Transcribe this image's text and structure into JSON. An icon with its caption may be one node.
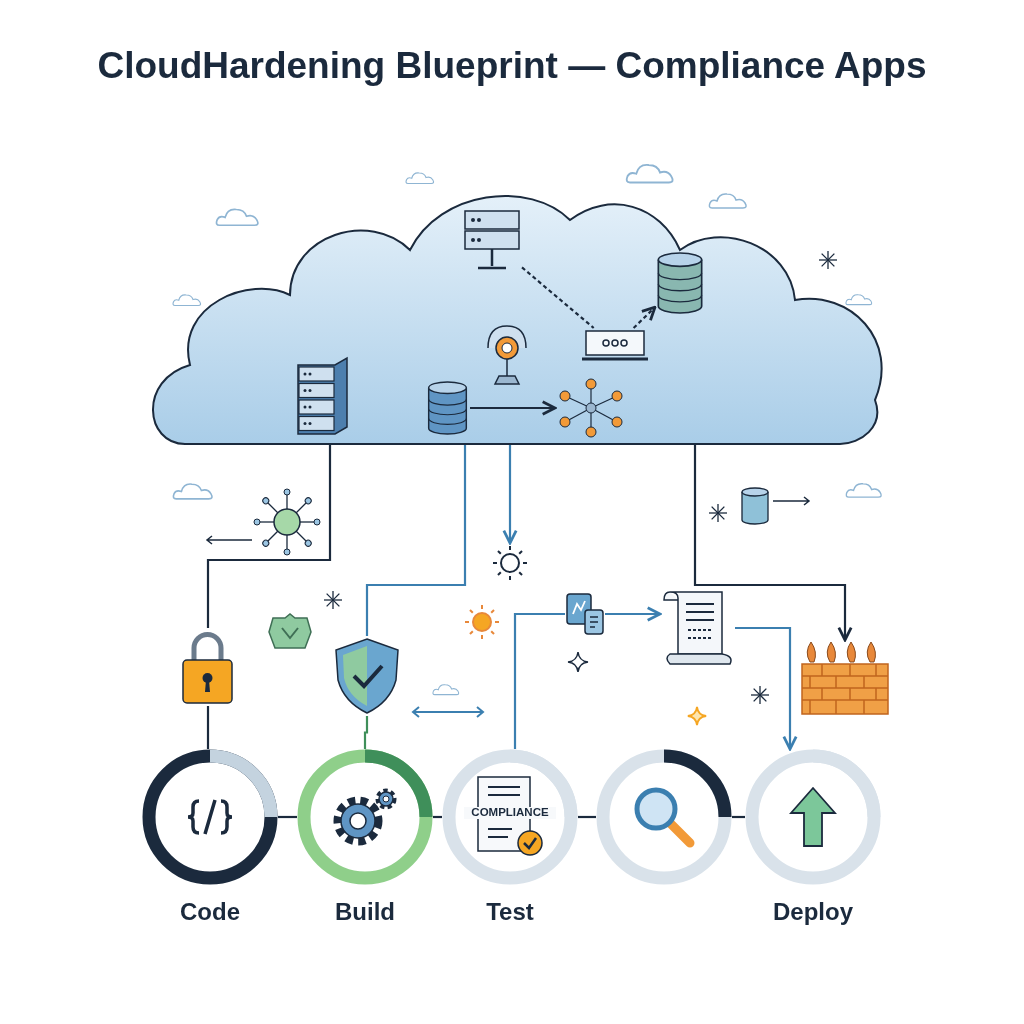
{
  "diagram": {
    "title": "CloudHardening Blueprint — Compliance Apps",
    "nodes": [
      {
        "text": [],
        "shape": "cloud"
      },
      {
        "text": [],
        "shape": "picture",
        "in": 0
      },
      {
        "text": [],
        "shape": "picture",
        "in": 0
      },
      {
        "text": [],
        "shape": "picture",
        "in": 0
      },
      {
        "text": [],
        "shape": "picture",
        "in": 0
      },
      {
        "text": [],
        "shape": "picture",
        "in": 0
      },
      {
        "text": [],
        "shape": "picture",
        "in": 0
      },
      {
        "text": [],
        "shape": "picture",
        "in": 0
      },
      {
        "text": [],
        "shape": "picture"
      },
      {
        "text": [],
        "shape": "picture"
      },
      {
        "text": [],
        "shape": "picture"
      },
      {
        "text": [],
        "shape": "picture"
      },
      {
        "text": [],
        "shape": "picture"
      },
      {
        "text": [
          "Code"
        ]
      },
      {
        "text": [
          "Build"
        ]
      },
      {
        "text": [
          "COMPLIANCE",
          "Test"
        ]
      },
      {
        "text": [],
        "shape": "circle"
      },
      {
        "text": [
          "Deploy"
        ]
      },
      {
        "text": [],
        "shape": "picture"
      }
    ],
    "edges": [
      {
        "from": 0,
        "to": 8,
        "arrow": "none"
      },
      {
        "from": 8,
        "to": 13,
        "arrow": "none"
      },
      {
        "from": 0,
        "to": 9,
        "arrow": "none",
        "color": "#3b7fb0"
      },
      {
        "from": 9,
        "to": 14,
        "arrow": "none",
        "color": "#3f8f5a"
      },
      {
        "from": 0,
        "to": 18,
        "arrow": "to",
        "color": "#3b7fb0"
      },
      {
        "from": 10,
        "to": 11,
        "arrow": "to",
        "color": "#3b7fb0"
      },
      {
        "from": 11,
        "to": 17,
        "arrow": "to",
        "color": "#3b7fb0"
      },
      {
        "from": 0,
        "to": 12,
        "arrow": "to"
      },
      {
        "from": 10,
        "to": 15,
        "arrow": "none",
        "color": "#3b7fb0"
      },
      {
        "from": 13,
        "to": 14,
        "arrow": "none"
      },
      {
        "from": 14,
        "to": 15,
        "arrow": "none"
      },
      {
        "from": 15,
        "to": 16,
        "arrow": "none"
      },
      {
        "from": 16,
        "to": 17,
        "arrow": "none"
      },
      {
        "from": 4,
        "to": 5,
        "arrow": "to"
      },
      {
        "from": 2,
        "to": 6,
        "arrow": "none",
        "style": "dashed"
      },
      {
        "from": 6,
        "to": 7,
        "arrow": "to",
        "style": "dashed"
      }
    ]
  }
}
